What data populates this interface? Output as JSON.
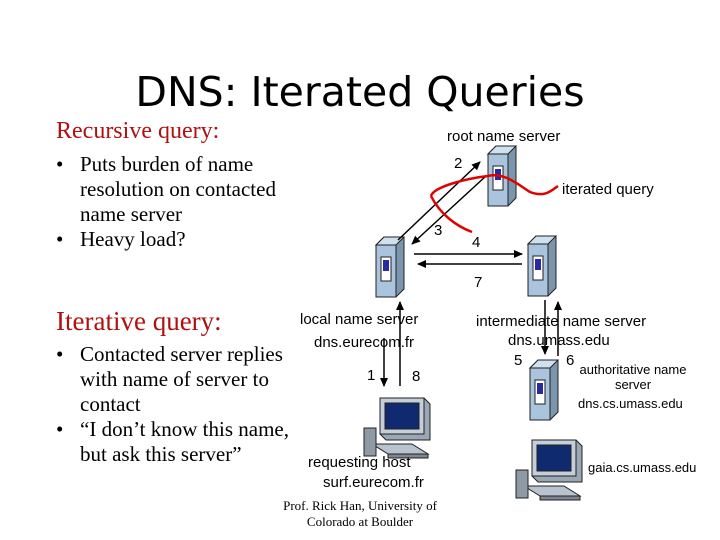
{
  "title": "DNS: Iterated Queries",
  "recursive": {
    "heading": "Recursive query:",
    "bullets": [
      "Puts burden of name resolution on contacted name server",
      "Heavy load?"
    ]
  },
  "iterative": {
    "heading": "Iterative query:",
    "bullets": [
      "Contacted server replies with name of server to contact",
      "“I don’t know this name, but ask this server”"
    ]
  },
  "nodes": {
    "root": {
      "label": "root name server"
    },
    "local": {
      "label": "local name server",
      "host": "dns.eurecom.fr"
    },
    "intermediate": {
      "label": "intermediate name server",
      "host": "dns.umass.edu"
    },
    "authoritative": {
      "label": "authoritative name server",
      "host": "dns.cs.umass.edu"
    },
    "requesting": {
      "label": "requesting host",
      "host": "surf.eurecom.fr"
    },
    "target": {
      "host": "gaia.cs.umass.edu"
    }
  },
  "annotation": "iterated query",
  "steps": [
    "1",
    "2",
    "3",
    "4",
    "5",
    "6",
    "7",
    "8"
  ],
  "credit": "Prof. Rick Han, University of Colorado at Boulder",
  "colors": {
    "heading": "#b01010",
    "arrow": "#e00000",
    "server_body": "#a9c4dc",
    "server_panel": "#2a2aa0"
  }
}
